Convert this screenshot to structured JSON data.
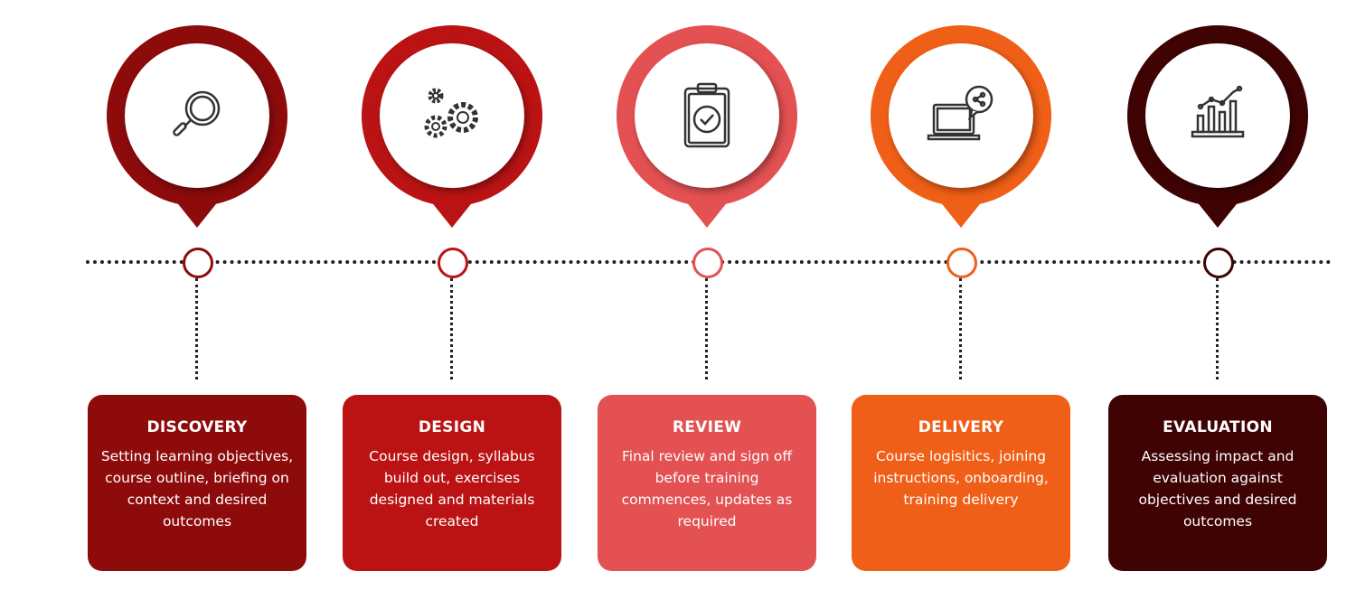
{
  "steps": [
    {
      "title": "DISCOVERY",
      "description": "Setting learning objectives, course outline, briefing on context and desired outcomes",
      "icon": "magnifier-icon",
      "color": "#8e0b0c"
    },
    {
      "title": "DESIGN",
      "description": "Course design, syllabus build out, exercises designed and materials created",
      "icon": "gears-icon",
      "color": "#bb1314"
    },
    {
      "title": "REVIEW",
      "description": "Final review and sign off before training commences, updates as required",
      "icon": "clipboard-check-icon",
      "color": "#e35152"
    },
    {
      "title": "DELIVERY",
      "description": "Course logisitics, joining instructions, onboarding, training delivery",
      "icon": "laptop-share-icon",
      "color": "#f05f17"
    },
    {
      "title": "EVALUATION",
      "description": "Assessing impact and evaluation against objectives and desired outcomes",
      "icon": "bar-chart-icon",
      "color": "#3f0304"
    }
  ]
}
